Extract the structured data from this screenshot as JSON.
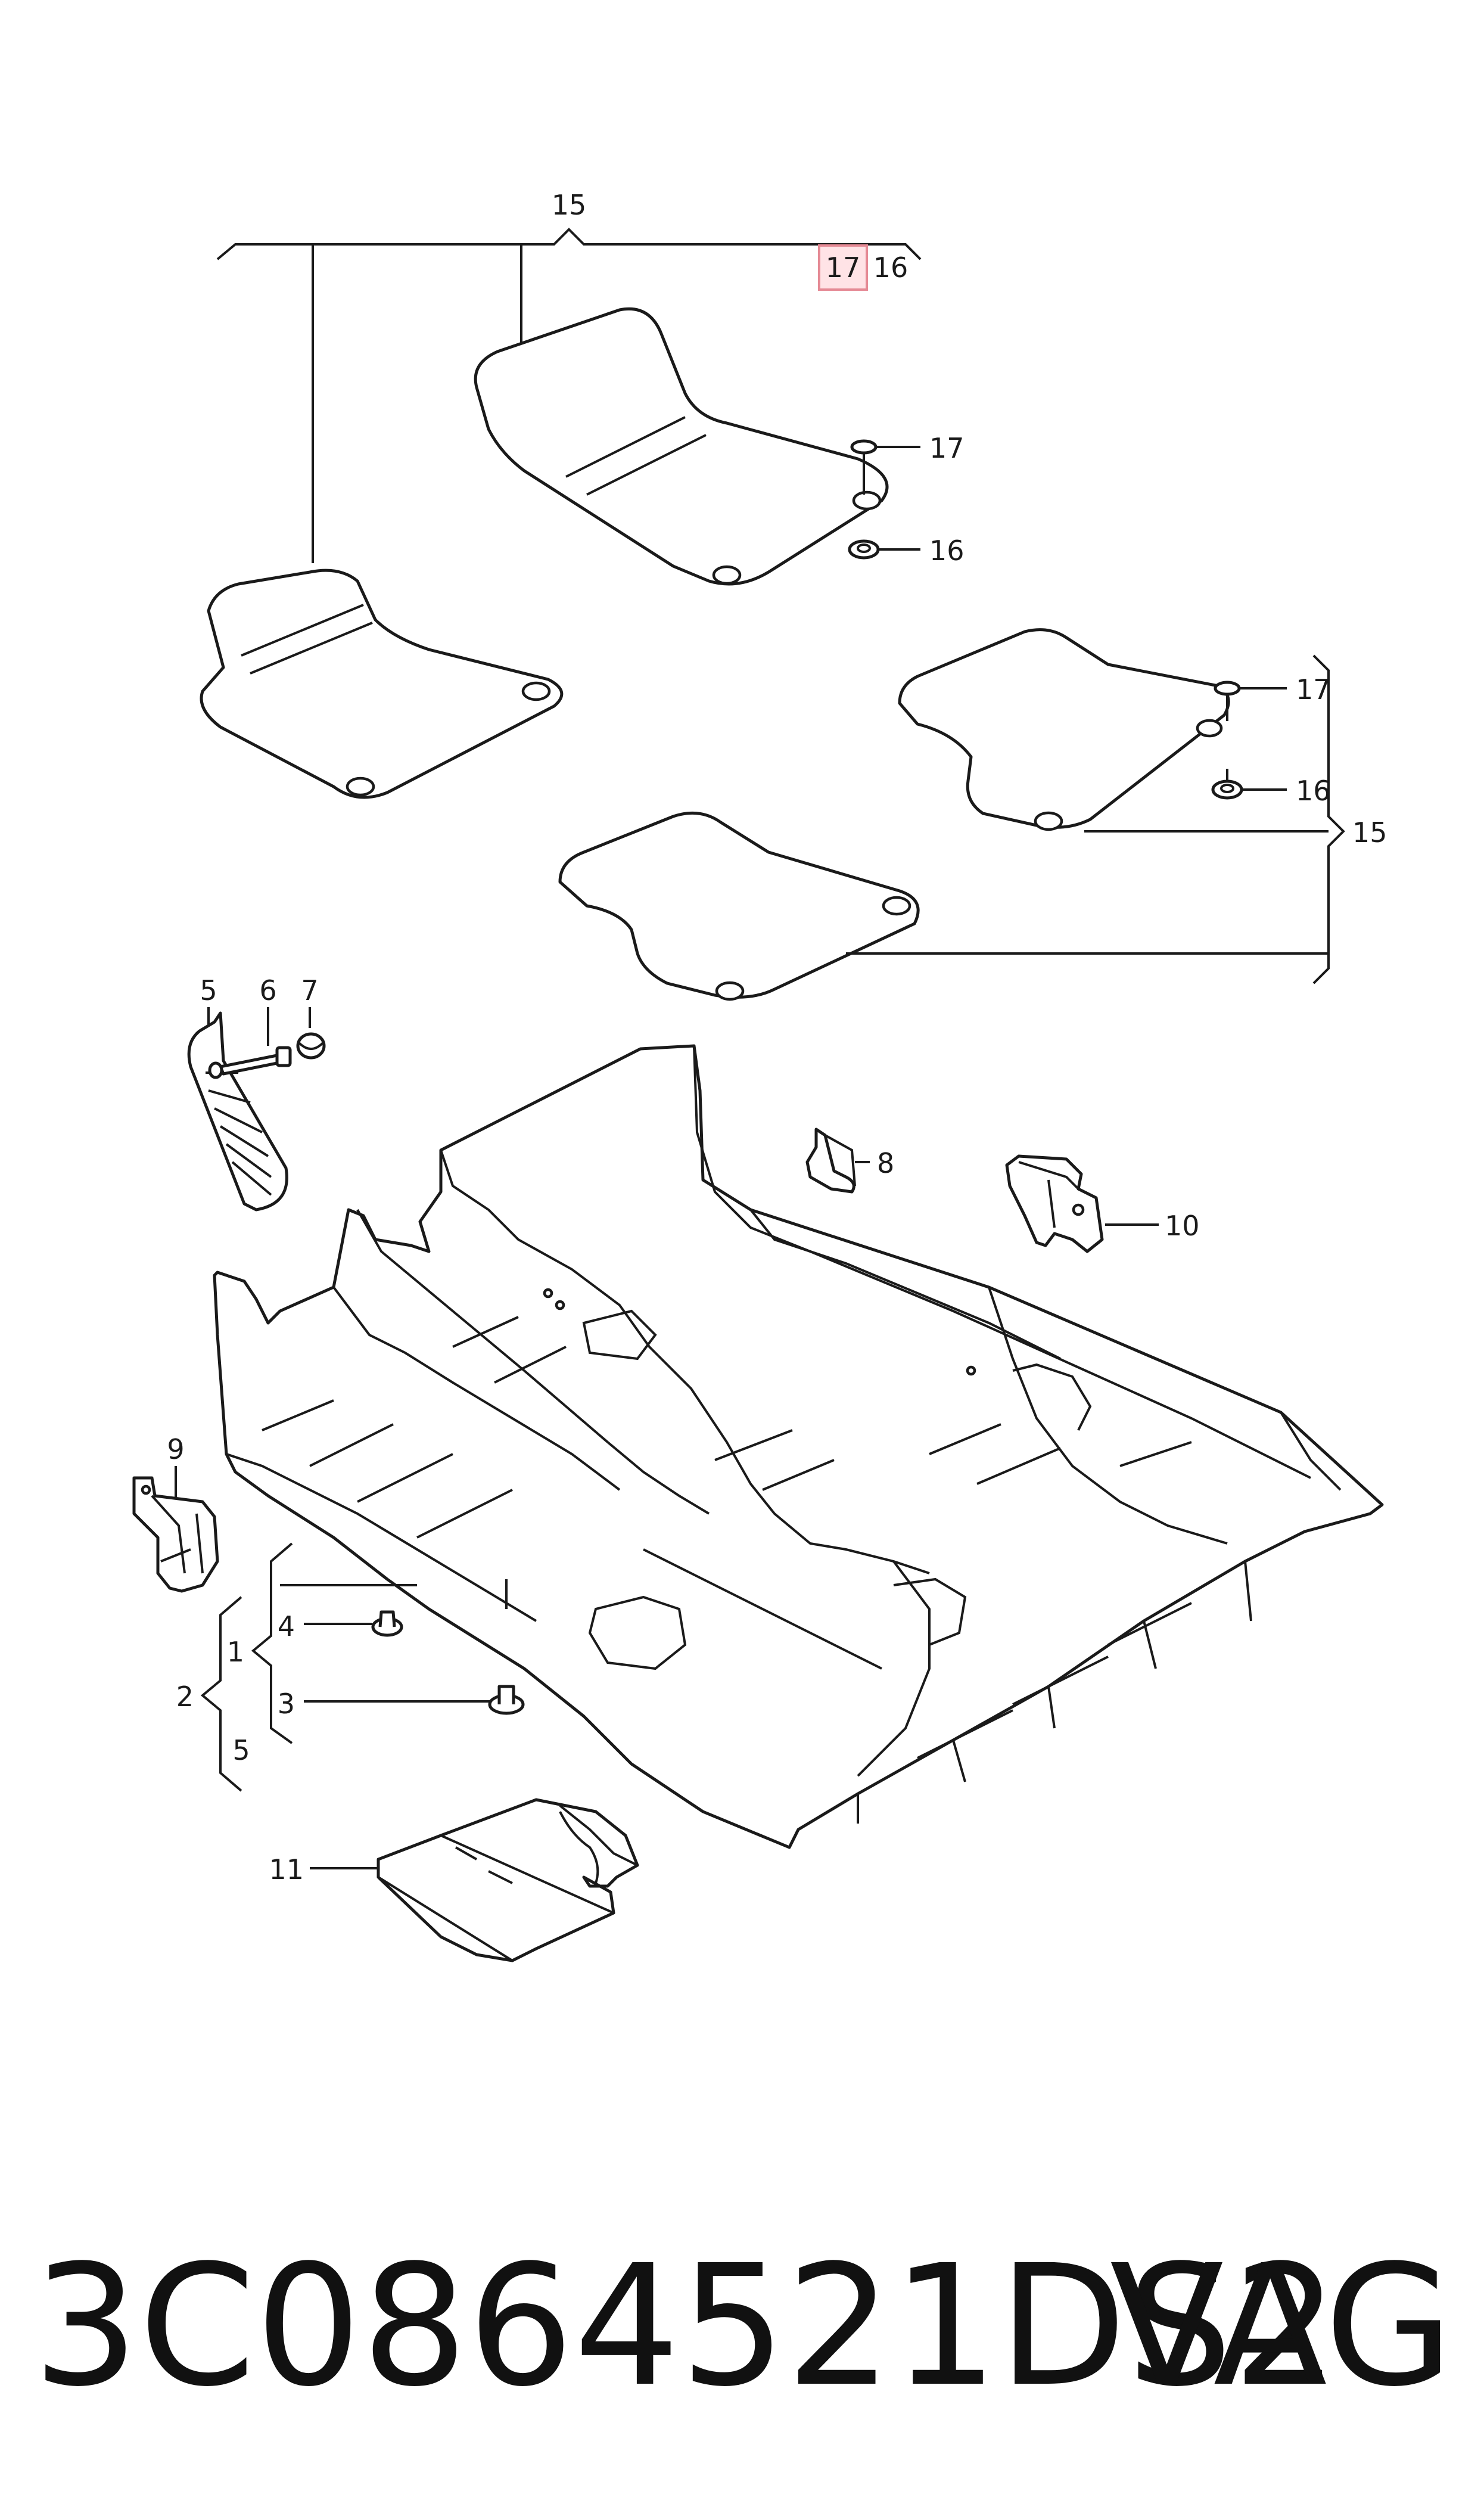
{
  "callouts": {
    "c15_top": "15",
    "c17_top": "17",
    "c16_top": "16",
    "c17_a": "17",
    "c16_a": "16",
    "c17_b": "17",
    "c16_b": "16",
    "c15_right": "15",
    "c5": "5",
    "c6": "6",
    "c7": "7",
    "c8": "8",
    "c10": "10",
    "c9": "9",
    "c1": "1",
    "c2": "2",
    "c3": "3",
    "c4": "4",
    "c5_bracket": "5",
    "c11": "11"
  },
  "footer": {
    "part_number": "3C0864521DS2",
    "brand": "VAG"
  }
}
